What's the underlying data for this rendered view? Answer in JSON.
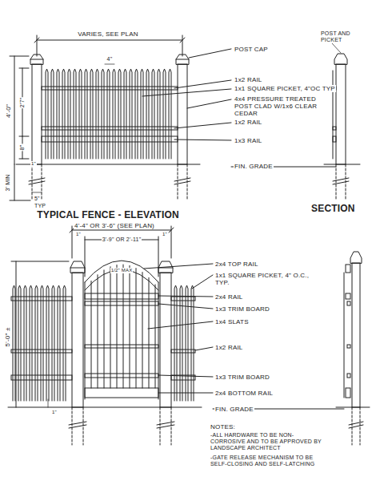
{
  "diagram": {
    "labels": [
      "VARIES, SEE PLAN",
      "POST CAP",
      "POST AND PICKET",
      "4\"",
      "1x2 RAIL",
      "1x1 SQUARE PICKET, 4\"OC TYP",
      "4x4 PRESSURE TREATED POST CLAD W/1x6 CLEAR CEDAR",
      "1x2 RAIL",
      "1x3 RAIL",
      "FIN. GRADE",
      "4'-0\"",
      "2'7\"",
      "8\"",
      "1\"",
      "3' MIN",
      "5\"",
      "TYP",
      "TYPICAL FENCE - ELEVATION",
      "SECTION",
      "4'-4\" OR 3'-6\" (SEE PLAN)",
      "3'-9\" OR 2'-11\"",
      "1\"",
      "1\"",
      "2x4 TOP RAIL",
      "1x1 SQUARE PICKET, 4\" O.C., TYP.",
      "2x4 RAIL",
      "1x3 TRIM BOARD",
      "1x4 SLATS",
      "1x2 RAIL",
      "1x3 TRIM BOARD",
      "2x4 BOTTOM RAIL",
      "FIN. GRADE",
      "5'-0\" ±",
      "1/2\" MAX",
      "1\"",
      "NOTES:",
      "-ALL HARDWARE TO BE NON-CORROSIVE AND TO BE APPROVED BY LANDSCAPE ARCHITECT",
      "-GATE RELEASE MECHANISM TO BE SELF-CLOSING AND SELF-LATCHING"
    ]
  }
}
